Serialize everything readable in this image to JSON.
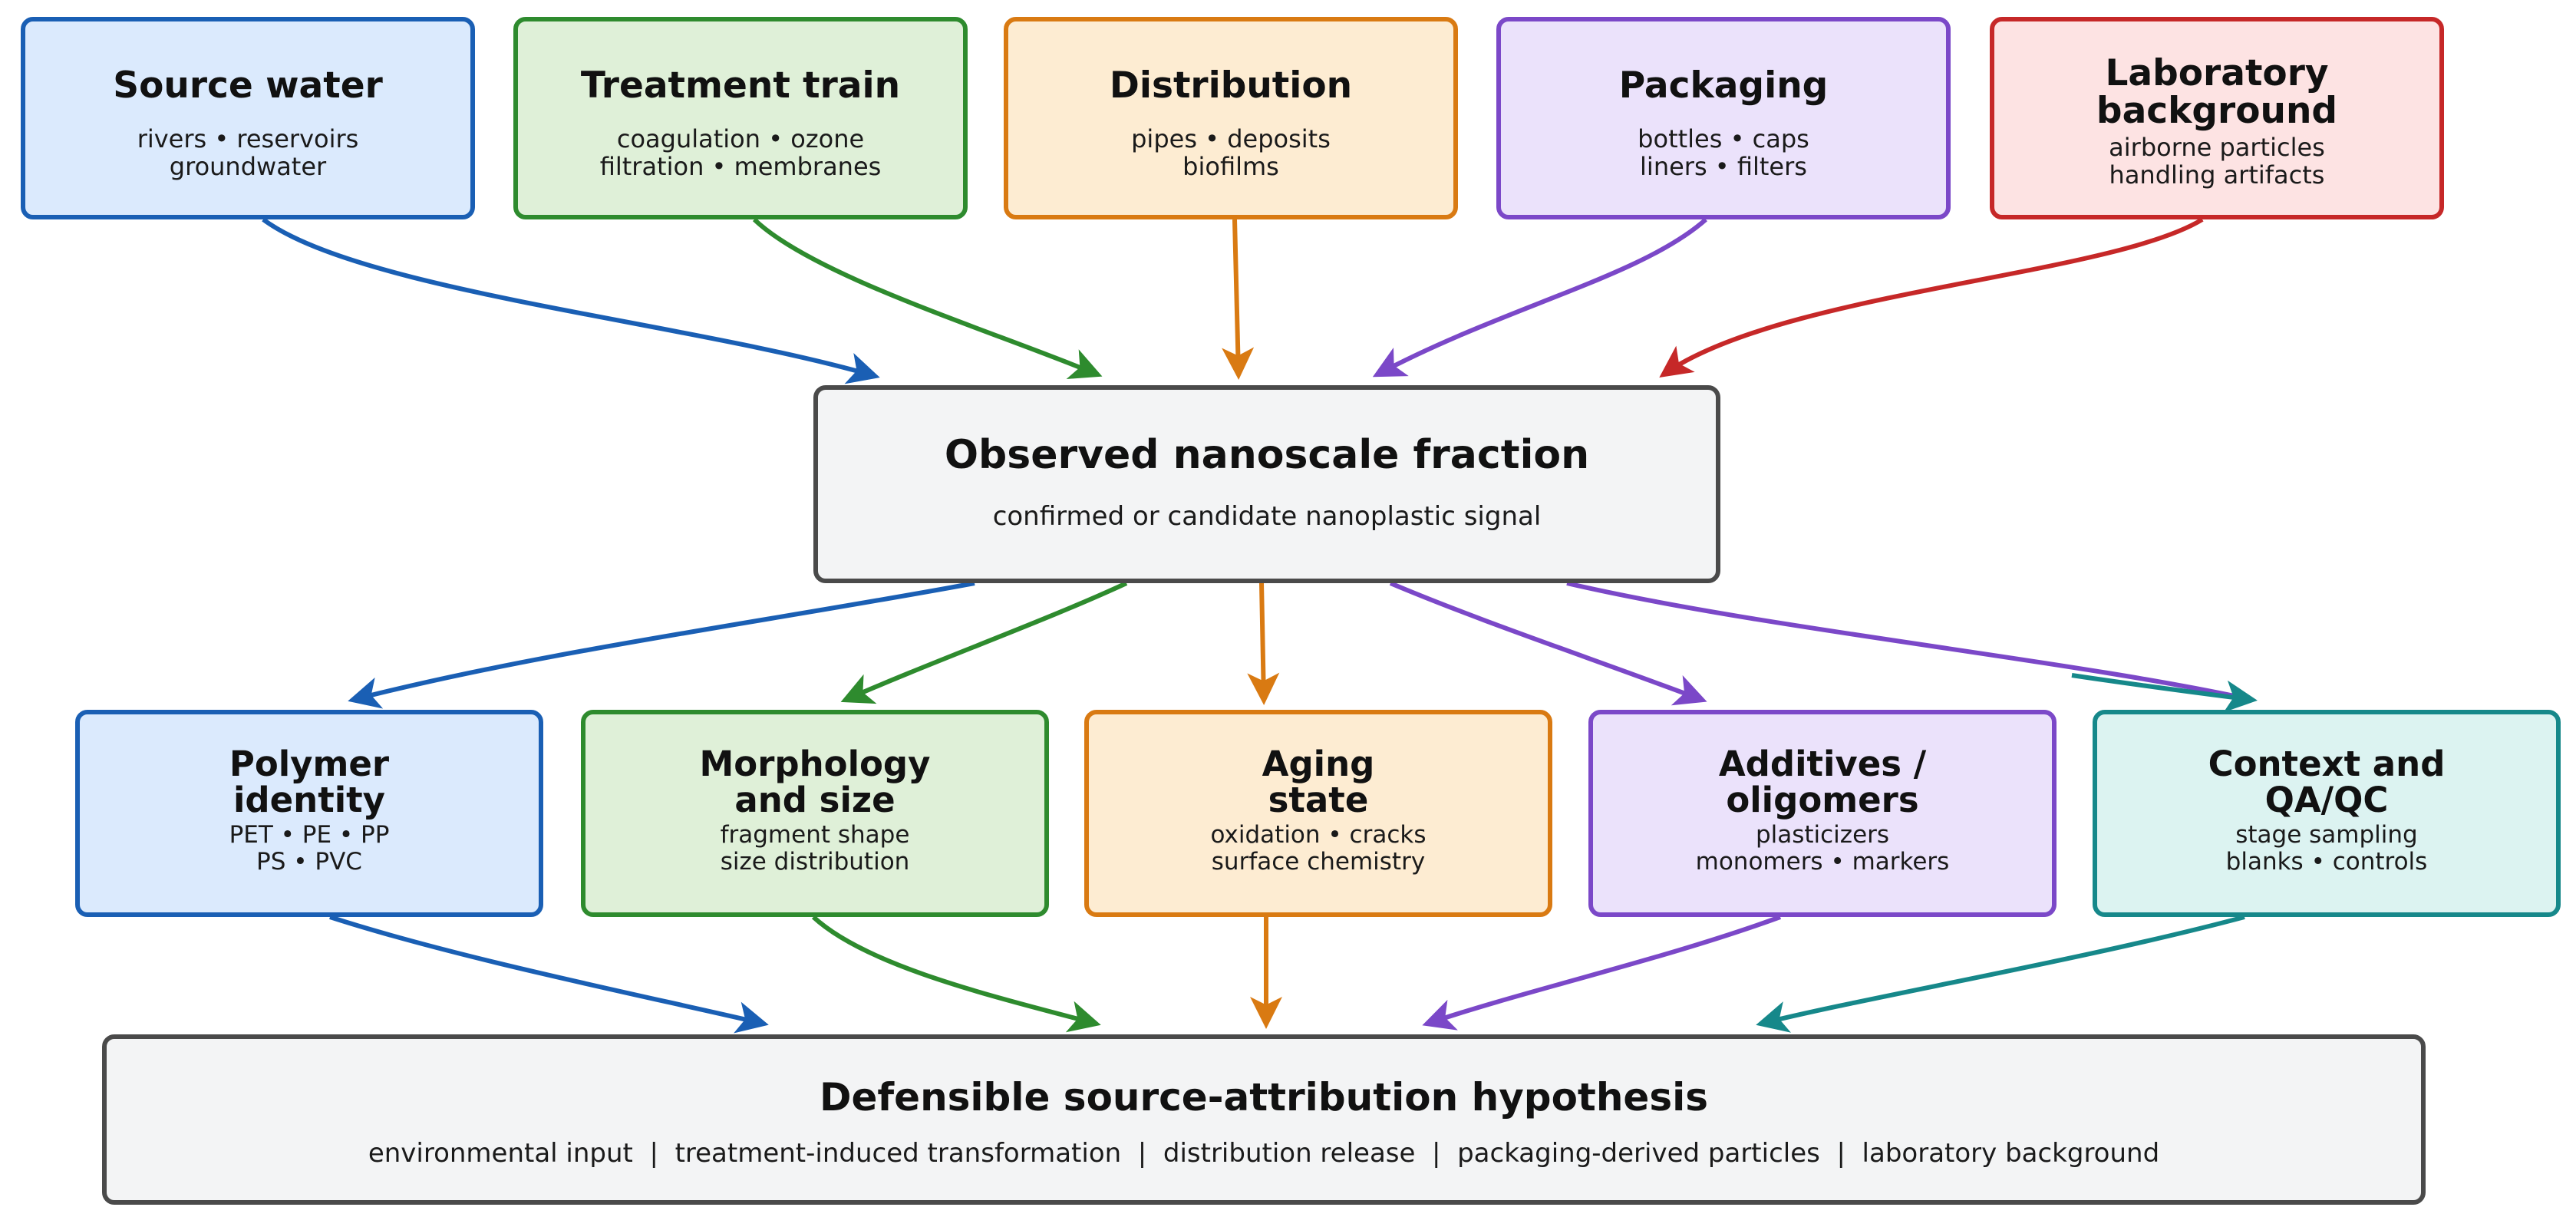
{
  "sources": [
    {
      "title": "Source water",
      "lines": [
        "rivers • reservoirs",
        "groundwater"
      ],
      "color": "#1a5fb4"
    },
    {
      "title": "Treatment train",
      "lines": [
        "coagulation • ozone",
        "filtration • membranes"
      ],
      "color": "#2e8b2e"
    },
    {
      "title": "Distribution",
      "lines": [
        "pipes • deposits",
        "biofilms"
      ],
      "color": "#d97a12"
    },
    {
      "title": "Packaging",
      "lines": [
        "bottles • caps",
        "liners • filters"
      ],
      "color": "#7b48c8"
    },
    {
      "title_lines": [
        "Laboratory",
        "background"
      ],
      "lines": [
        "airborne particles",
        "handling artifacts"
      ],
      "color": "#c62828"
    }
  ],
  "center": {
    "title": "Observed nanoscale fraction",
    "subtitle": "confirmed or candidate nanoplastic signal",
    "color": "#4a4a4a"
  },
  "evidence": [
    {
      "title_lines": [
        "Polymer",
        "identity"
      ],
      "lines": [
        "PET • PE • PP",
        "PS • PVC"
      ],
      "color": "#1a5fb4"
    },
    {
      "title_lines": [
        "Morphology",
        "and size"
      ],
      "lines": [
        "fragment shape",
        "size distribution"
      ],
      "color": "#2e8b2e"
    },
    {
      "title_lines": [
        "Aging",
        "state"
      ],
      "lines": [
        "oxidation • cracks",
        "surface chemistry"
      ],
      "color": "#d97a12"
    },
    {
      "title_lines": [
        "Additives /",
        "oligomers"
      ],
      "lines": [
        "plasticizers",
        "monomers • markers"
      ],
      "color": "#7b48c8"
    },
    {
      "title_lines": [
        "Context and",
        "QA/QC"
      ],
      "lines": [
        "stage sampling",
        "blanks • controls"
      ],
      "color": "#16888a"
    }
  ],
  "hypothesis": {
    "title": "Defensible source-attribution hypothesis",
    "subtitle": "environmental input  |  treatment-induced transformation  |  distribution release  |  packaging-derived particles  |  laboratory background"
  }
}
